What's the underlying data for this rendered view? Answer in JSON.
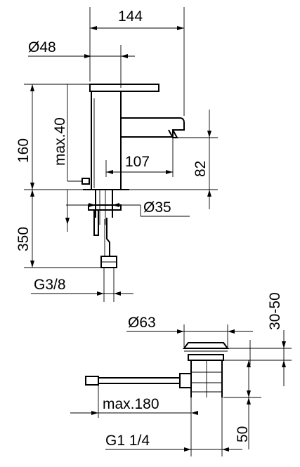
{
  "dimensions": {
    "width_top": "144",
    "diameter_body": "Ø48",
    "height_total": "160",
    "max_lever": "max.40",
    "spout_reach": "107",
    "spout_height": "82",
    "diameter_base": "Ø35",
    "hose_length": "350",
    "hose_thread": "G3/8",
    "diameter_waste": "Ø63",
    "waste_height_range": "30-50",
    "waste_rod": "max.180",
    "waste_thread": "G1 1/4",
    "waste_depth": "50"
  }
}
